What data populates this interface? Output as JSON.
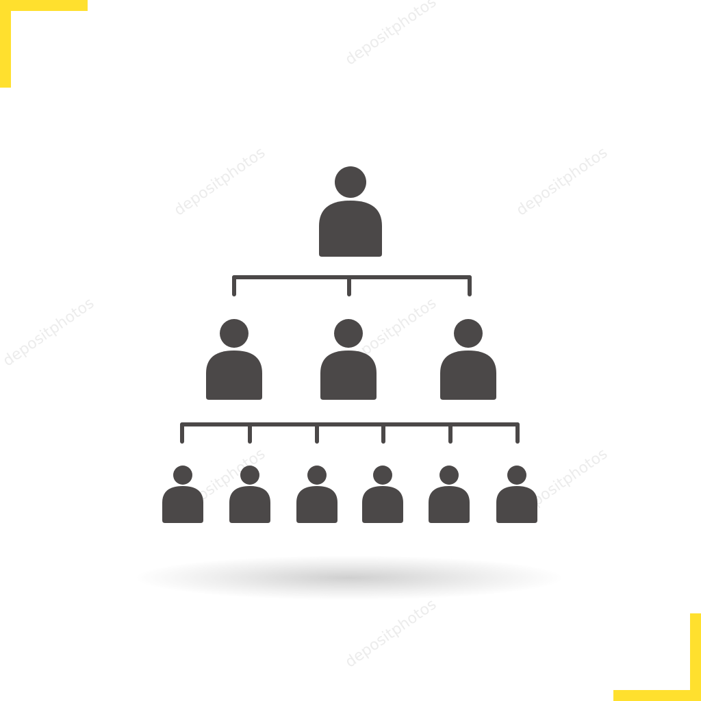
{
  "diagram": {
    "levels": [
      {
        "level": 1,
        "count": 1
      },
      {
        "level": 2,
        "count": 3
      },
      {
        "level": 3,
        "count": 6
      }
    ],
    "connectors": [
      {
        "from_level": 1,
        "to_level": 2
      },
      {
        "from_level": 2,
        "to_level": 3
      }
    ],
    "icon": "person-icon"
  },
  "colors": {
    "icon_fill": "#4b4848",
    "corner_accent": "#ffe02e",
    "background": "#ffffff"
  },
  "watermark": {
    "text": "depositphotos"
  }
}
